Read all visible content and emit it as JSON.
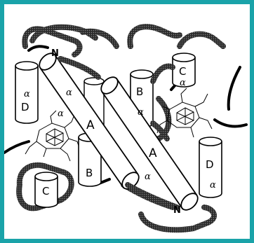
{
  "colors": {
    "border": "#1aa3a9",
    "ink": "#000000",
    "ribbon": "#2b2b2b",
    "paper": "#ffffff"
  },
  "labels": {
    "helix_A_left": "A",
    "helix_A_right": "A",
    "helix_B_top": "B",
    "helix_B_bottom": "B",
    "helix_C_top": "C",
    "helix_C_bottom": "C",
    "helix_D_left": "D",
    "helix_D_right": "D",
    "n_term_top": "N",
    "n_term_bottom": "N",
    "alpha_1": "α",
    "alpha_2": "α",
    "alpha_3": "α",
    "alpha_4": "α",
    "alpha_5": "α",
    "alpha_6": "α",
    "alpha_7": "α"
  }
}
